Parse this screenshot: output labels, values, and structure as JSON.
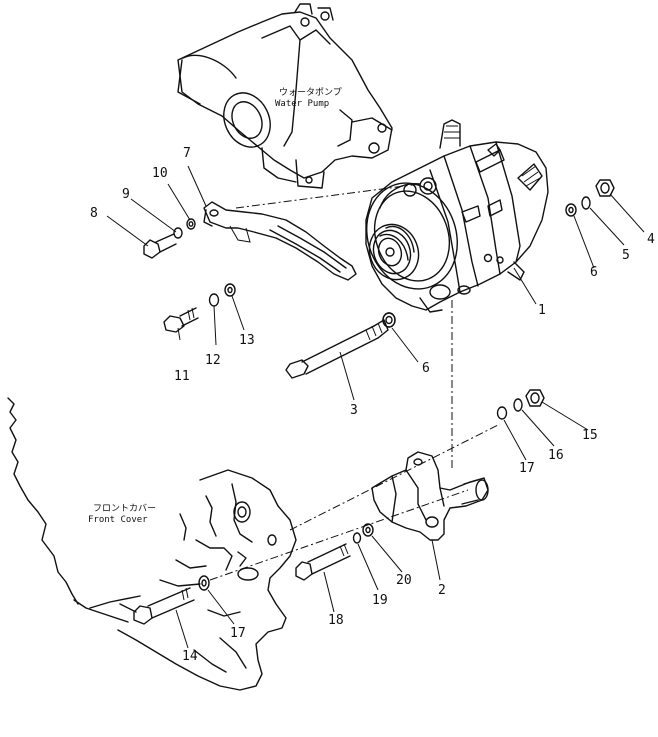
{
  "labels": {
    "water_pump_jp": "ウォータポンプ",
    "water_pump_en": "Water Pump",
    "front_cover_jp": "フロントカバー",
    "front_cover_en": "Front Cover"
  },
  "callouts": {
    "p1": "1",
    "p2": "2",
    "p3": "3",
    "p4": "4",
    "p5": "5",
    "p6a": "6",
    "p6b": "6",
    "p7": "7",
    "p8": "8",
    "p9": "9",
    "p10": "10",
    "p11": "11",
    "p12": "12",
    "p13": "13",
    "p14": "14",
    "p15": "15",
    "p16": "16",
    "p17a": "17",
    "p17b": "17",
    "p18": "18",
    "p19": "19",
    "p20": "20"
  }
}
